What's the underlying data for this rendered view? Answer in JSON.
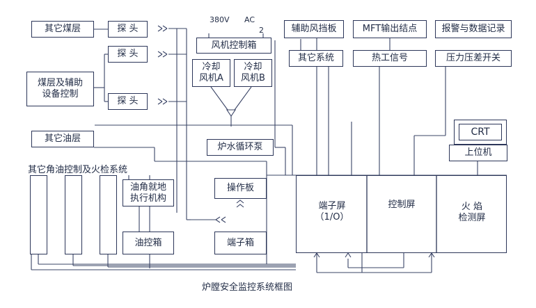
{
  "diagram": {
    "caption": "炉膛安全监控系统框图",
    "labels": {
      "other_coal": "其它煤层",
      "coal_aux": "煤层及辅助\n设备控制",
      "other_oil": "其它油层",
      "other_angle": "其它角油控制及火检系统",
      "probe1": "探 头",
      "probe2": "探 头",
      "probe3": "探 头",
      "v380": "380V",
      "ac": "AC",
      "two": "2",
      "fan_box": "风机控制箱",
      "fan_a": "冷却\n风机A",
      "fan_b": "冷却\n风机B",
      "boiler_pump": "炉水循环泵",
      "oil_angle": "油角就地\n执行机构",
      "oil_box": "油控箱",
      "op_panel": "操作板",
      "terminal_box": "端子箱",
      "aux_damper": "辅助风挡板",
      "mft": "MFT输出结点",
      "alarm": "报警与数据记录",
      "other_sys": "其它系统",
      "thermal": "热工信号",
      "pressure": "压力压差开关",
      "crt": "CRT",
      "host": "上位机",
      "terminal_screen": "端子屏\n（1/O）",
      "control_screen": "控制屏",
      "flame_screen": "火 焰\n检测屏"
    }
  }
}
